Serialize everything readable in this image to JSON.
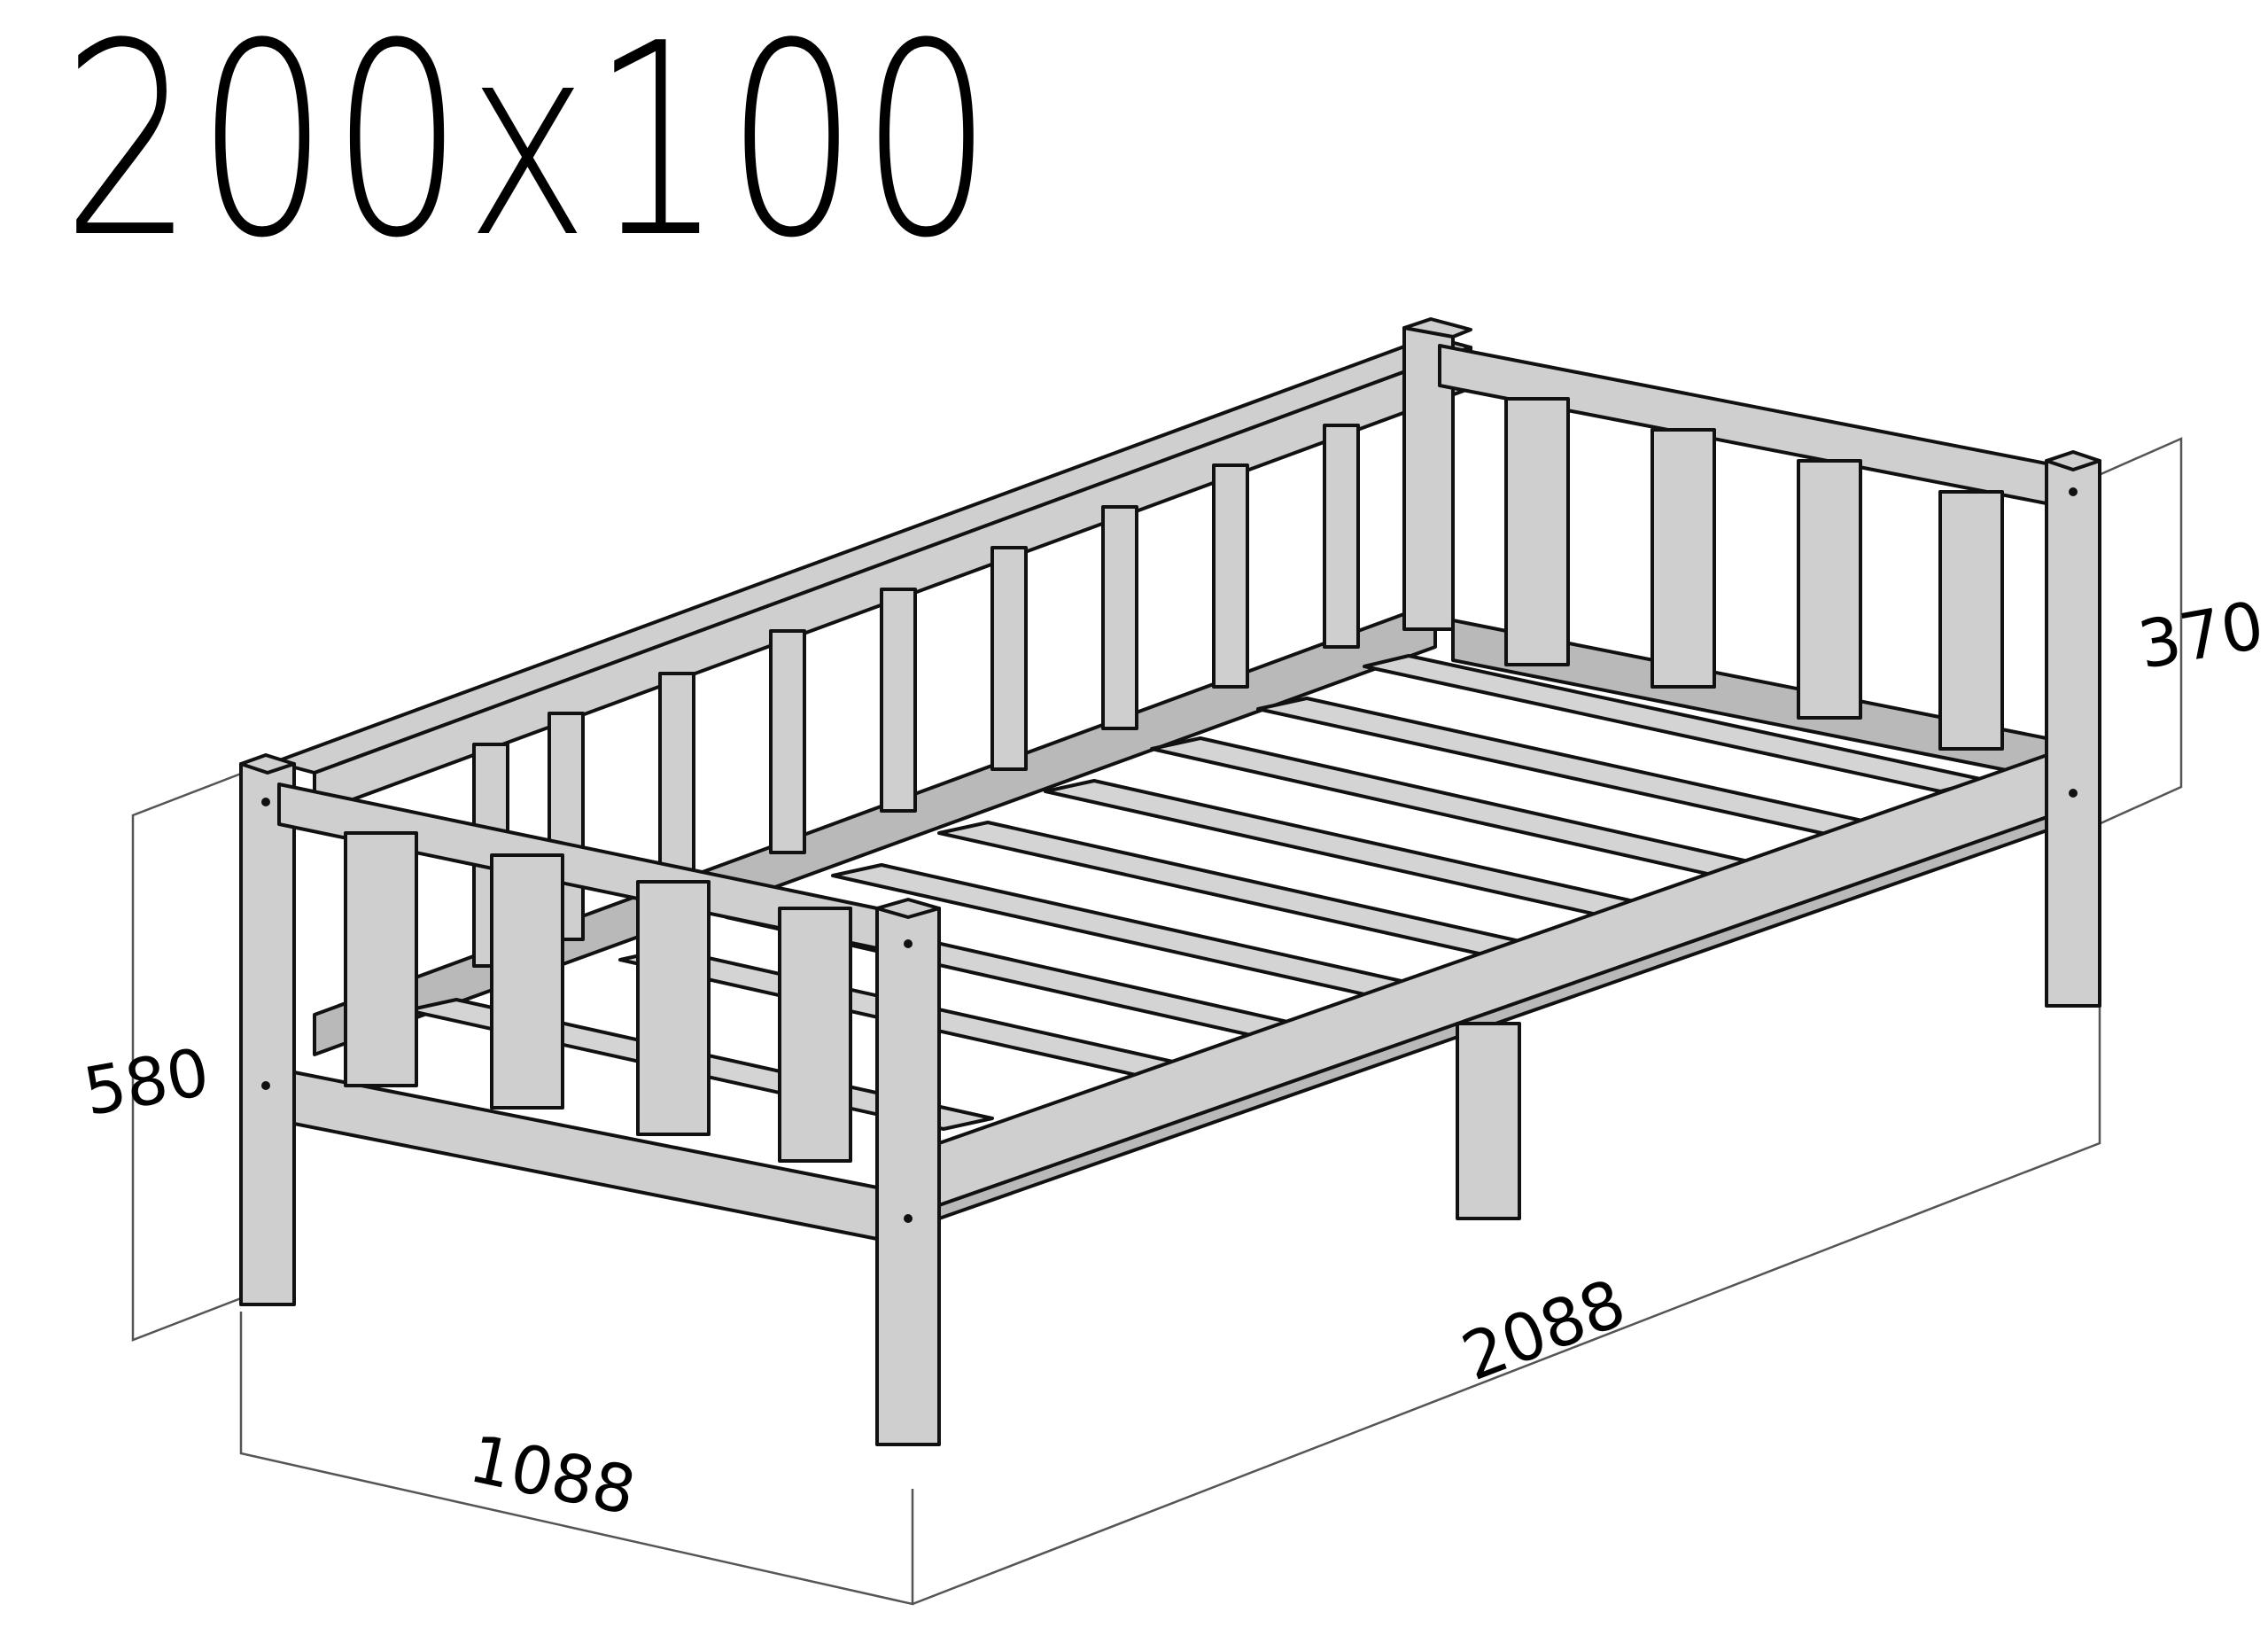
{
  "title": "200x100",
  "dimensions": {
    "height_total": "580",
    "rail_height": "370",
    "width": "1088",
    "length": "2088"
  }
}
